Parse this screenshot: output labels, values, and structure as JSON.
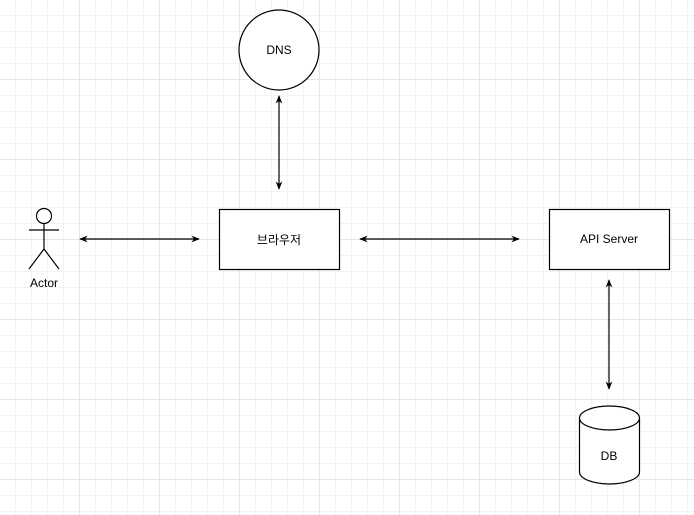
{
  "diagram": {
    "nodes": {
      "dns": {
        "label": "DNS",
        "shape": "circle"
      },
      "browser": {
        "label": "브라우저",
        "shape": "rectangle"
      },
      "api_server": {
        "label": "API Server",
        "shape": "rectangle"
      },
      "actor": {
        "label": "Actor",
        "shape": "stick-figure"
      },
      "db": {
        "label": "DB",
        "shape": "cylinder"
      }
    },
    "edges": [
      {
        "from": "actor",
        "to": "browser",
        "direction": "bidirectional"
      },
      {
        "from": "browser",
        "to": "dns",
        "direction": "bidirectional"
      },
      {
        "from": "browser",
        "to": "api_server",
        "direction": "bidirectional"
      },
      {
        "from": "api_server",
        "to": "db",
        "direction": "bidirectional"
      }
    ],
    "colors": {
      "stroke": "#000000",
      "fill": "#ffffff",
      "grid": "#e6e6e6"
    }
  }
}
